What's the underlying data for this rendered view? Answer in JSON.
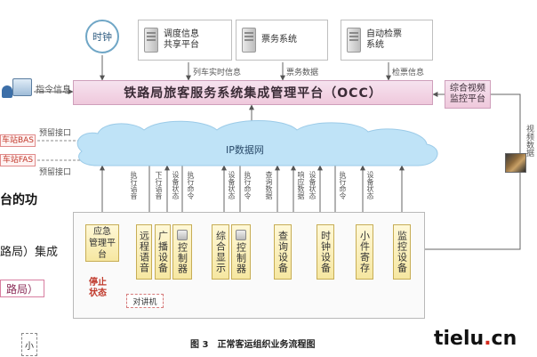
{
  "clock": "时钟",
  "top_systems": [
    {
      "id": "dispatch",
      "label": "调度信息\n共享平台",
      "edge_label": "列车实时信息"
    },
    {
      "id": "ticket",
      "label": "票务系统",
      "edge_label": "票务数据"
    },
    {
      "id": "autocheck",
      "label": "自动检票\n系统",
      "edge_label": "检票信息"
    }
  ],
  "command_label": "指令信息",
  "occ_title": "铁路局旅客服务系统集成管理平台（OCC）",
  "video_platform": "综合视频\n监控平台",
  "video_data_label": "视频数据",
  "left_interfaces": [
    {
      "box": "车站BAS",
      "label": "预留接口"
    },
    {
      "box": "车站FAS",
      "label": "预留接口"
    }
  ],
  "ip_network": "IP数据网",
  "edge_labels": {
    "exec_voice": "执行语音",
    "down_voice": "下行语音",
    "device_status_1": "设备状态",
    "exec_cmd_1": "执行命令",
    "device_status_2": "设备状态",
    "exec_cmd_2": "执行命令",
    "query_data": "查询数据",
    "response_data": "响应数据",
    "device_status_3": "设备状态",
    "exec_cmd_3": "执行命令",
    "device_status_4": "设备状态"
  },
  "bottom_boxes": {
    "emergency": "应急\n管理平台",
    "remote_voice": "远程语音",
    "broadcast": "广播设备",
    "controller_1": "控制器",
    "display": "综合显示",
    "controller_2": "控制器",
    "query": "查询设备",
    "clock_device": "时钟设备",
    "luggage": "小件寄存",
    "monitor": "监控设备"
  },
  "stop_status": "停止\n状态",
  "intercom": "对讲机",
  "figure_caption": "图 3　正常客运组织业务流程图",
  "article_fragments": {
    "line1": "台的功",
    "line2": "路局）集成",
    "line3": "路局）",
    "bottom_small": "小"
  },
  "watermark": {
    "main": "tielu",
    "dot": ".",
    "tld": "cn"
  },
  "colors": {
    "occ_fill": "#efc9dc",
    "cloud_fill": "#bfe3f7",
    "device_fill": "#f6e7a1",
    "accent_red": "#c0392b"
  }
}
